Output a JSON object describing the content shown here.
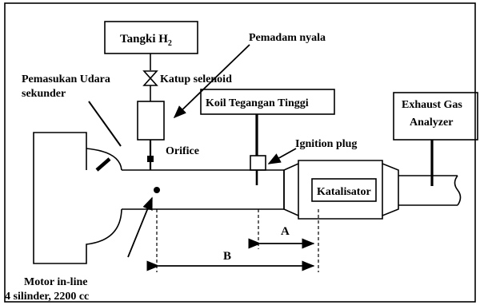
{
  "labels": {
    "tank": "Tangki H",
    "tank_sub": "2",
    "flame_arrester": "Pemadam nyala",
    "solenoid": "Katup selenoid",
    "secondary_air_1": "Pemasukan Udara",
    "secondary_air_2": "sekunder",
    "hv_coil": "Koil Tegangan Tinggi",
    "exhaust_1": "Exhaust Gas",
    "exhaust_2": "Analyzer",
    "orifice": "Orifice",
    "ignition_plug": "Ignition plug",
    "catalyst": "Katalisator",
    "dim_a": "A",
    "dim_b": "B",
    "engine_1": "Motor in-line",
    "engine_2": "4 silinder, 2200 cc"
  }
}
